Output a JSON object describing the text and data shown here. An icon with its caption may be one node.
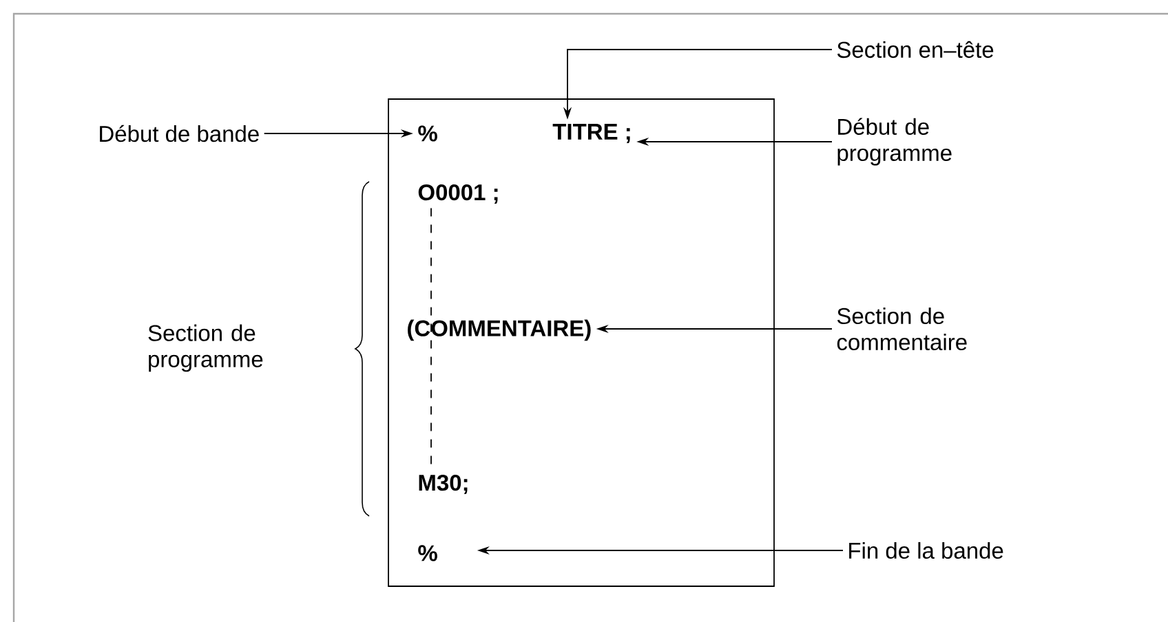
{
  "diagram": {
    "nodes": [
      {
        "text": [],
        "shape": "box"
      },
      {
        "text": [
          "%"
        ],
        "in": 0
      },
      {
        "text": [
          "TITRE ;"
        ],
        "in": 0
      },
      {
        "text": [
          "O0001 ;"
        ],
        "in": 0
      },
      {
        "text": [
          "(COMMENTAIRE)"
        ],
        "in": 0
      },
      {
        "text": [
          "M30;"
        ],
        "in": 0
      },
      {
        "text": [
          "%"
        ],
        "in": 0
      },
      {
        "text": [
          "Section en–tête"
        ]
      },
      {
        "text": [
          "Début de bande"
        ]
      },
      {
        "text": [
          "Début de programme"
        ]
      },
      {
        "text": [
          "Section de commentaire"
        ]
      },
      {
        "text": [
          "Fin de la bande"
        ]
      }
    ],
    "edges": [
      {
        "from": 7,
        "to": 2,
        "arrow": "to"
      },
      {
        "from": 8,
        "to": 1,
        "arrow": "to"
      },
      {
        "from": 9,
        "to": 2,
        "arrow": "to"
      },
      {
        "from": 10,
        "to": 4,
        "arrow": "to"
      },
      {
        "from": 11,
        "to": 6,
        "arrow": "to"
      },
      {
        "from": 3,
        "to": 5,
        "arrow": "none",
        "style": "dashed"
      }
    ],
    "labels": [
      "Section de programme"
    ]
  }
}
